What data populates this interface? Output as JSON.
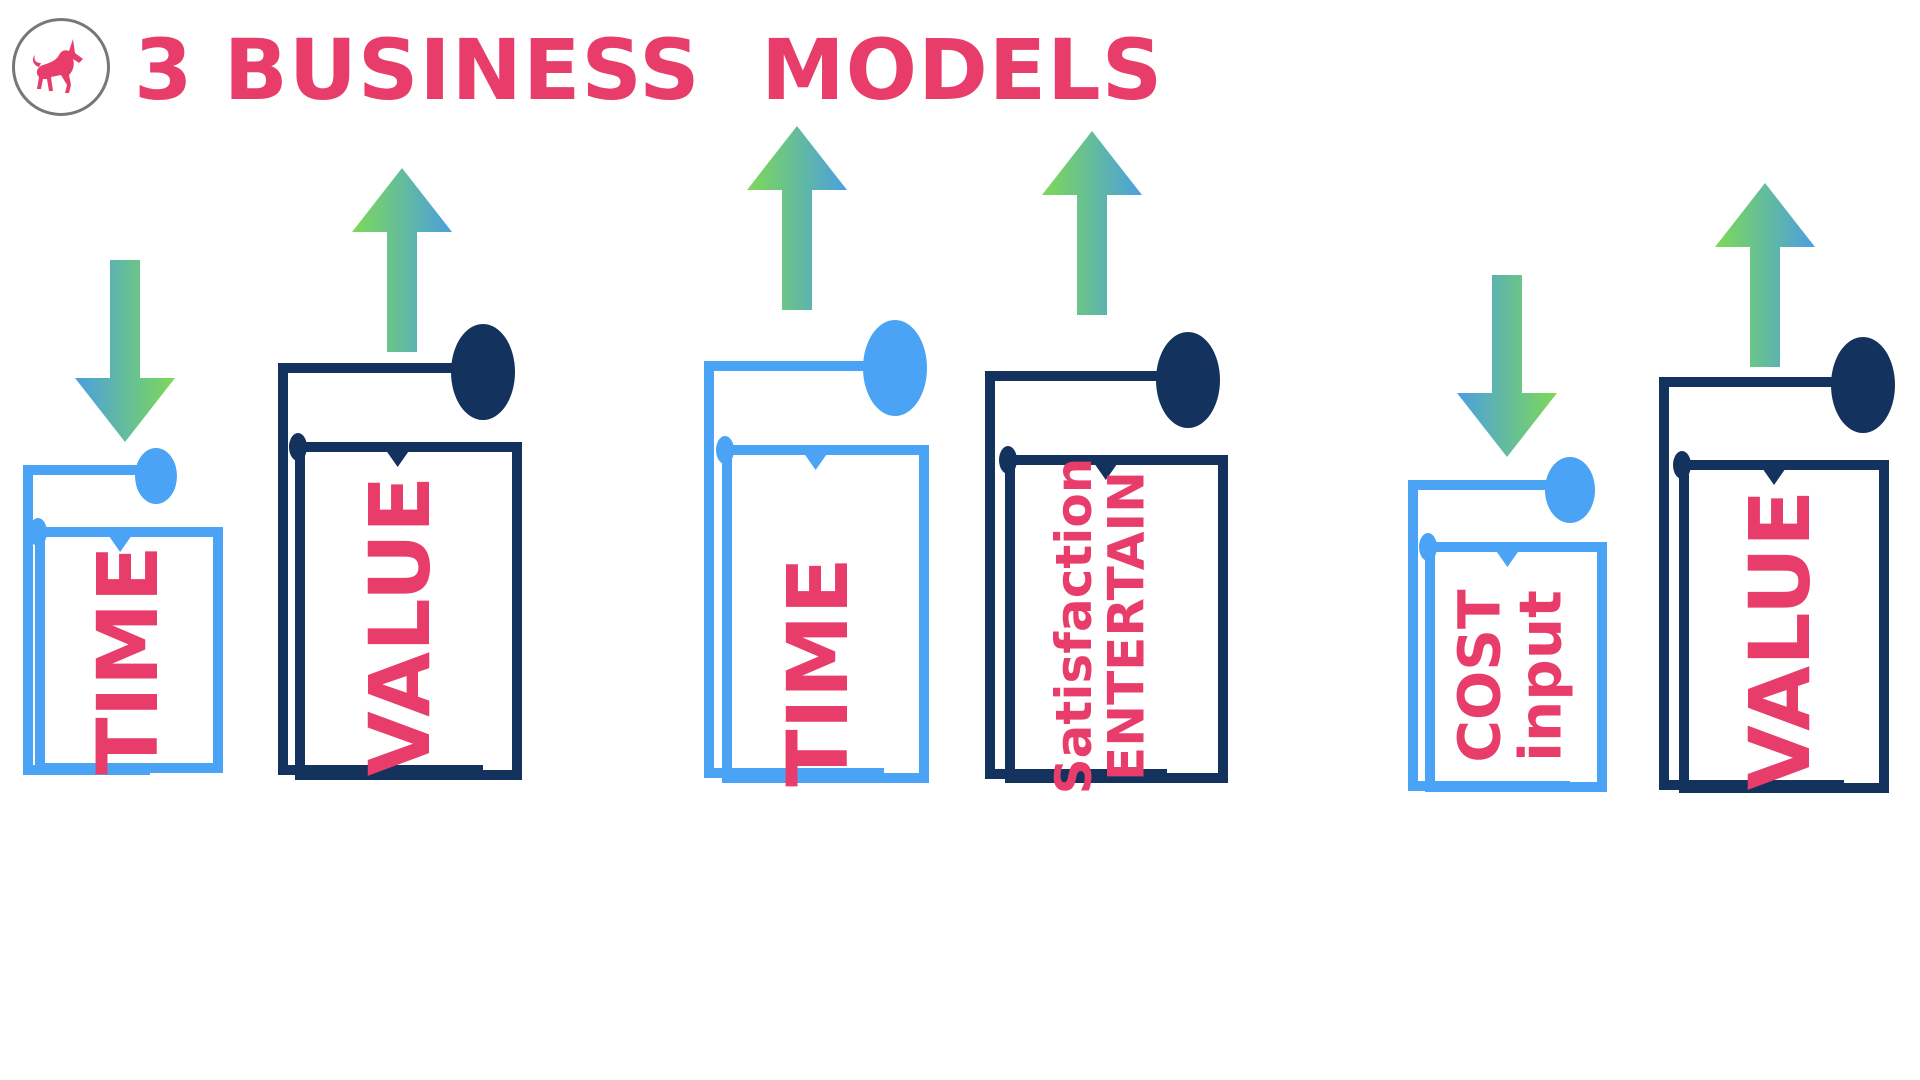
{
  "header": {
    "title": "3 BUSINESS  MODELS",
    "logo_icon": "unicorn-icon"
  },
  "colors": {
    "accent": "#e83d6a",
    "light_blue": "#4aa3f5",
    "navy": "#13325e",
    "arrow_green": "#7ed957",
    "arrow_blue": "#4a9fe0"
  },
  "models": [
    {
      "cards": [
        {
          "lines": [
            "TIME"
          ],
          "tone": "light",
          "arrow": "down"
        },
        {
          "lines": [
            "VALUE"
          ],
          "tone": "dark",
          "arrow": "up"
        }
      ]
    },
    {
      "cards": [
        {
          "lines": [
            "TIME"
          ],
          "tone": "light",
          "arrow": "up"
        },
        {
          "lines": [
            "Satisfaction",
            "ENTERTAIN"
          ],
          "tone": "dark",
          "arrow": "up"
        }
      ]
    },
    {
      "cards": [
        {
          "lines": [
            "COST",
            "input"
          ],
          "tone": "light",
          "arrow": "down"
        },
        {
          "lines": [
            "VALUE"
          ],
          "tone": "dark",
          "arrow": "up"
        }
      ]
    }
  ]
}
